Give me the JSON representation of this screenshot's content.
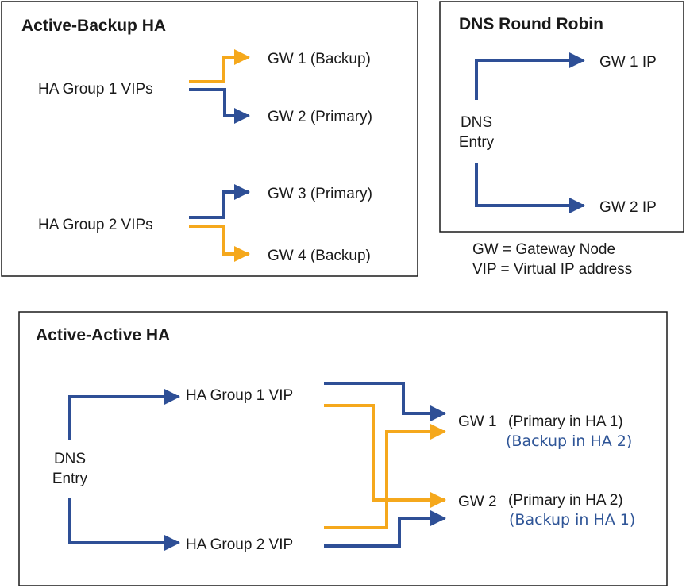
{
  "colors": {
    "primary_path": "#2e4f96",
    "backup_path": "#f5a81c",
    "note_text": "#2f5597"
  },
  "active_backup": {
    "title": "Active-Backup HA",
    "group1": "HA Group 1 VIPs",
    "gw1": "GW 1 (Backup)",
    "gw2": "GW 2 (Primary)",
    "group2": "HA Group 2 VIPs",
    "gw3": "GW 3 (Primary)",
    "gw4": "GW 4 (Backup)"
  },
  "dns_round_robin": {
    "title": "DNS Round Robin",
    "dns_line1": "DNS",
    "dns_line2": "Entry",
    "gw1": "GW 1 IP",
    "gw2": "GW 2 IP"
  },
  "legend": {
    "gw": "GW = Gateway Node",
    "vip": "VIP = Virtual IP address"
  },
  "active_active": {
    "title": "Active-Active HA",
    "dns_line1": "DNS",
    "dns_line2": "Entry",
    "group1_vip": "HA Group 1 VIP",
    "group2_vip": "HA Group 2 VIP",
    "gw1": "GW 1",
    "gw1_primary": "(Primary in HA 1)",
    "gw1_backup": "(Backup in HA 2)",
    "gw2": "GW 2",
    "gw2_primary": "(Primary in HA 2)",
    "gw2_backup": "(Backup in HA 1)"
  }
}
